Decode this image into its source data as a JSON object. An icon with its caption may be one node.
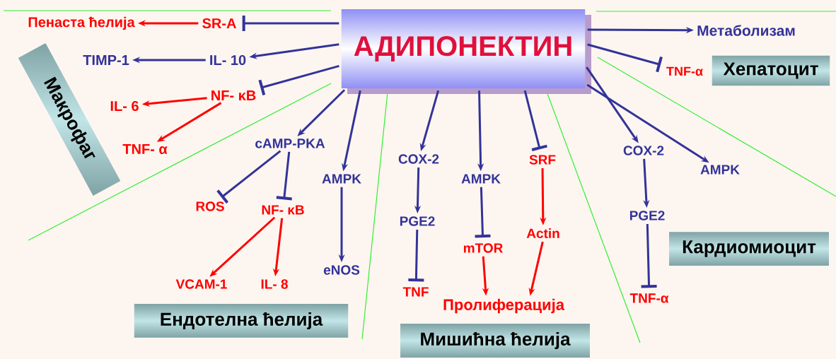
{
  "diagram": {
    "nodes": [
      {
        "text": [
          "АДИПОНЕКТИН"
        ]
      },
      {
        "text": [
          "SR-A"
        ]
      },
      {
        "text": [
          "Пенаста ћелија"
        ]
      },
      {
        "text": [
          "IL- 10"
        ]
      },
      {
        "text": [
          "TIMP-1"
        ]
      },
      {
        "text": [
          "NF- κB"
        ]
      },
      {
        "text": [
          "IL- 6"
        ]
      },
      {
        "text": [
          "TNF- α"
        ]
      },
      {
        "text": [
          "Макрофаг"
        ]
      },
      {
        "text": [
          "cAMP-PKA"
        ]
      },
      {
        "text": [
          "ROS"
        ]
      },
      {
        "text": [
          "NF- κB"
        ]
      },
      {
        "text": [
          "VCAM-1"
        ]
      },
      {
        "text": [
          "IL- 8"
        ]
      },
      {
        "text": [
          "AMPK"
        ]
      },
      {
        "text": [
          "eNOS"
        ]
      },
      {
        "text": [
          "Ендотелна ћелија"
        ]
      },
      {
        "text": [
          "COX-2"
        ]
      },
      {
        "text": [
          "PGE2"
        ]
      },
      {
        "text": [
          "TNF"
        ]
      },
      {
        "text": [
          "AMPK"
        ]
      },
      {
        "text": [
          "mTOR"
        ]
      },
      {
        "text": [
          "SRF"
        ]
      },
      {
        "text": [
          "Actin"
        ]
      },
      {
        "text": [
          "Пролиферација"
        ]
      },
      {
        "text": [
          "Мишићна ћелија"
        ]
      },
      {
        "text": [
          "Метаболизам"
        ]
      },
      {
        "text": [
          "TNF-α"
        ]
      },
      {
        "text": [
          "Хепатоцит"
        ]
      },
      {
        "text": [
          "COX-2"
        ]
      },
      {
        "text": [
          "AMPK"
        ]
      },
      {
        "text": [
          "PGE2"
        ]
      },
      {
        "text": [
          "TNF-α"
        ]
      },
      {
        "text": [
          "Кардиомиоцит"
        ]
      }
    ],
    "edges": [
      {
        "from": 0,
        "to": 1,
        "arrow": "other"
      },
      {
        "from": 1,
        "to": 2,
        "arrow": "to",
        "color": "#ff0000"
      },
      {
        "from": 0,
        "to": 3,
        "arrow": "to"
      },
      {
        "from": 3,
        "to": 4,
        "arrow": "to"
      },
      {
        "from": 0,
        "to": 5,
        "arrow": "other"
      },
      {
        "from": 5,
        "to": 6,
        "arrow": "to",
        "color": "#ff0000"
      },
      {
        "from": 5,
        "to": 7,
        "arrow": "to",
        "color": "#ff0000"
      },
      {
        "from": 0,
        "to": 9,
        "arrow": "to"
      },
      {
        "from": 9,
        "to": 10,
        "arrow": "other"
      },
      {
        "from": 9,
        "to": 11,
        "arrow": "other"
      },
      {
        "from": 11,
        "to": 12,
        "arrow": "to",
        "color": "#ff0000"
      },
      {
        "from": 11,
        "to": 13,
        "arrow": "to",
        "color": "#ff0000"
      },
      {
        "from": 0,
        "to": 14,
        "arrow": "to"
      },
      {
        "from": 14,
        "to": 15,
        "arrow": "to"
      },
      {
        "from": 0,
        "to": 17,
        "arrow": "to"
      },
      {
        "from": 17,
        "to": 18,
        "arrow": "to"
      },
      {
        "from": 18,
        "to": 19,
        "arrow": "other"
      },
      {
        "from": 0,
        "to": 20,
        "arrow": "to"
      },
      {
        "from": 20,
        "to": 21,
        "arrow": "other"
      },
      {
        "from": 21,
        "to": 24,
        "arrow": "to",
        "color": "#ff0000"
      },
      {
        "from": 0,
        "to": 22,
        "arrow": "other"
      },
      {
        "from": 22,
        "to": 23,
        "arrow": "to",
        "color": "#ff0000"
      },
      {
        "from": 23,
        "to": 24,
        "arrow": "to",
        "color": "#ff0000"
      },
      {
        "from": 0,
        "to": 26,
        "arrow": "to"
      },
      {
        "from": 0,
        "to": 27,
        "arrow": "other"
      },
      {
        "from": 0,
        "to": 29,
        "arrow": "to"
      },
      {
        "from": 0,
        "to": 30,
        "arrow": "to"
      },
      {
        "from": 29,
        "to": 31,
        "arrow": "to"
      },
      {
        "from": 31,
        "to": 32,
        "arrow": "other"
      }
    ]
  }
}
